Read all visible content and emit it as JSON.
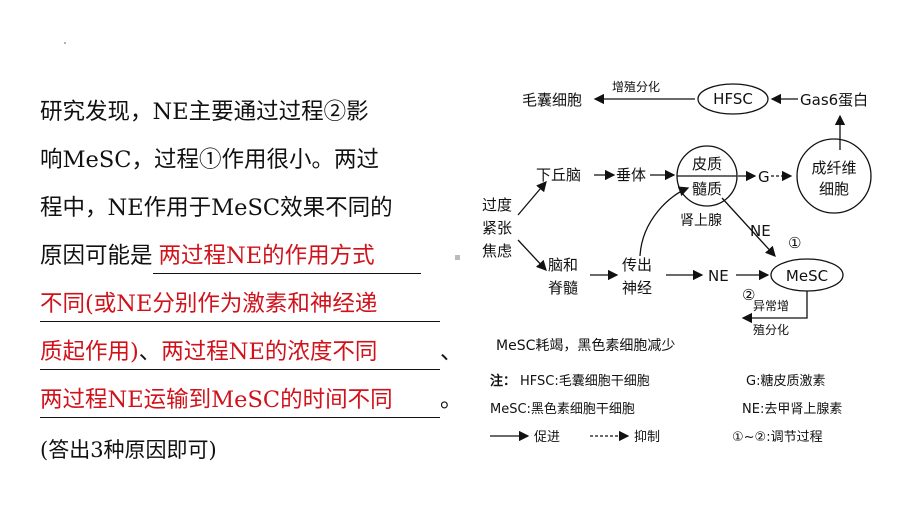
{
  "question": {
    "line1": "研究发现，NE主要通过过程②影",
    "line2": "响MeSC，过程①作用很小。两过",
    "line3": "程中，NE作用于MeSC效果不同的",
    "line4_prefix": "原因可能是",
    "answer_part1": "两过程NE的作用方式",
    "answer_part2": "不同(或NE分别作为激素和神经递",
    "answer_part3": "质起作用)",
    "separator1": "、",
    "answer_part4": "两过程NE的浓度不同",
    "separator2": "、",
    "answer_part5": "两过程NE运输到MeSC的时间不同",
    "end_punct": "。",
    "note": "(答出3种原因即可)"
  },
  "diagram": {
    "hair_follicle_cell": "毛囊细胞",
    "proliferation_label": "增殖分化",
    "hfsc": "HFSC",
    "gas6": "Gas6蛋白",
    "stress_line1": "过度",
    "stress_line2": "紧张",
    "stress_line3": "焦虑",
    "hypothalamus": "下丘脑",
    "pituitary": "垂体",
    "cortex": "皮质",
    "medulla": "髓质",
    "adrenal": "肾上腺",
    "g": "G",
    "fibroblast_line1": "成纤维",
    "fibroblast_line2": "细胞",
    "ne_top": "NE",
    "circle1": "①",
    "brain_spinal_line1": "脑和",
    "brain_spinal_line2": "脊髓",
    "efferent_line1": "传出",
    "efferent_line2": "神经",
    "ne_mid": "NE",
    "circle2": "②",
    "mesc": "MeSC",
    "abnormal_line1": "异常增",
    "abnormal_line2": "殖分化",
    "exhausted": "MeSC耗竭，黑色素细胞减少",
    "legend_title": "注：",
    "legend_hfsc": "HFSC:毛囊细胞干细胞",
    "legend_g": "G:糖皮质激素",
    "legend_mesc": "MeSC:黑色素细胞干细胞",
    "legend_ne": "NE:去甲肾上腺素",
    "legend_promote": "促进",
    "legend_inhibit": "抑制",
    "legend_process": "①~②:调节过程"
  },
  "colors": {
    "answer": "#d0121b",
    "text": "#111111"
  }
}
